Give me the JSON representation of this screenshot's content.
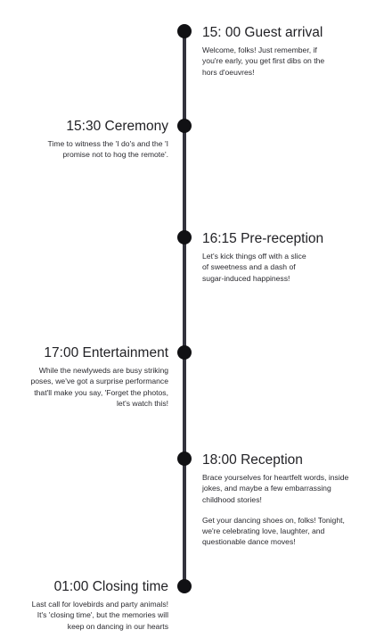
{
  "events": [
    {
      "title": "15: 00 Guest arrival",
      "desc": [
        "Welcome, folks! Just remember, if",
        "you're early, you get first dibs on the",
        "hors d'oeuvres!"
      ]
    },
    {
      "title": "15:30 Ceremony",
      "desc": [
        "Time to witness the 'I do's and the 'I",
        "promise not to hog the remote'."
      ]
    },
    {
      "title": "16:15 Pre-reception",
      "desc": [
        "Let's kick things off with a slice",
        "of sweetness and a dash of",
        "sugar-induced happiness!"
      ]
    },
    {
      "title": "17:00 Entertainment",
      "desc": [
        "While the newlyweds are busy striking",
        "poses, we've got a surprise performance",
        "that'll make you say, 'Forget the photos,",
        "let's watch this!"
      ]
    },
    {
      "title": "18:00 Reception",
      "desc": [
        "Brace yourselves for heartfelt words, inside",
        "jokes, and maybe a few embarrassing",
        "childhood stories!"
      ],
      "desc2": [
        "Get your dancing shoes on, folks! Tonight,",
        "we're celebrating love, laughter, and",
        "questionable dance moves!"
      ]
    },
    {
      "title": "01:00 Closing time",
      "desc": [
        "Last call for lovebirds and party animals!",
        "It's 'closing time', but the memories will",
        "keep on dancing in our hearts"
      ]
    }
  ]
}
